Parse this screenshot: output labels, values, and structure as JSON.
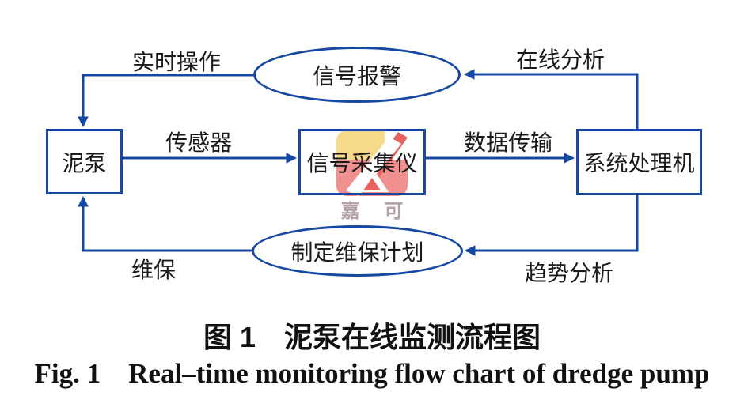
{
  "figure": {
    "type": "flowchart",
    "description": "Real-time monitoring flow chart of dredge pump"
  },
  "nodes": {
    "pump": {
      "label": "泥泵",
      "shape": "rect"
    },
    "daq": {
      "label": "信号采集仪",
      "shape": "rect"
    },
    "processor": {
      "label": "系统处理机",
      "shape": "rect"
    },
    "alarm": {
      "label": "信号报警",
      "shape": "ellipse"
    },
    "plan": {
      "label": "制定维保计划",
      "shape": "ellipse"
    }
  },
  "edges": {
    "sensor": {
      "label": "传感器",
      "from": "pump",
      "to": "daq"
    },
    "transfer": {
      "label": "数据传输",
      "from": "daq",
      "to": "processor"
    },
    "online": {
      "label": "在线分析",
      "from": "processor",
      "to": "alarm"
    },
    "realtime": {
      "label": "实时操作",
      "from": "alarm",
      "to": "pump"
    },
    "trend": {
      "label": "趋势分析",
      "from": "processor",
      "to": "plan"
    },
    "maintenance": {
      "label": "维保",
      "from": "plan",
      "to": "pump"
    }
  },
  "watermark": {
    "text": "嘉 可"
  },
  "captions": {
    "zh": "图 1　泥泵在线监测流程图",
    "en": "Fig. 1　Real–time monitoring flow chart of dredge pump"
  },
  "colors": {
    "line": "#1647a3",
    "ink": "#1a1a1a",
    "logo-yellow": "#f7d98a",
    "logo-pink": "#f09190",
    "logo-red": "#e8625e",
    "wm-text": "#b3a2a7"
  }
}
